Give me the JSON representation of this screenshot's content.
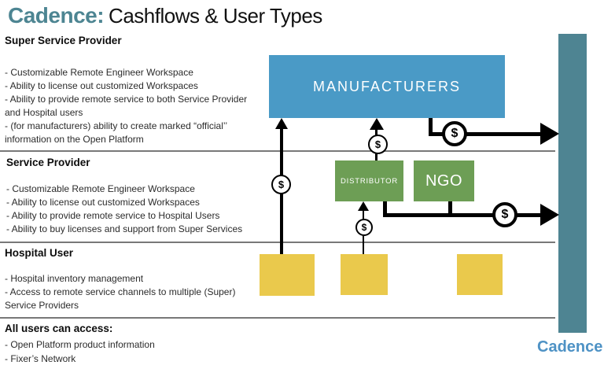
{
  "title": {
    "brand": "Cadence:",
    "subtitle": "Cashflows & User Types"
  },
  "sections": [
    {
      "heading": "Super Service Provider",
      "bullets": [
        "- Customizable Remote Engineer Workspace",
        "- Ability to license out customized Workspaces",
        "- Ability to provide remote service to both Service Provider and Hospital users",
        "- (for manufacturers) ability to create marked “official’’ information on the Open Platform"
      ]
    },
    {
      "heading": "Service Provider",
      "bullets": [
        "- Customizable Remote Engineer Workspace",
        "- Ability to license out customized Workspaces",
        "- Ability to provide remote service to Hospital Users",
        "- Ability to buy licenses and support from Super Services"
      ]
    },
    {
      "heading": "Hospital User",
      "bullets": [
        "- Hospital inventory management",
        "- Access to remote service channels to multiple (Super) Service Providers"
      ]
    },
    {
      "heading": "All users can access:",
      "bullets": [
        "- Open Platform product information",
        "- Fixer’s Network"
      ]
    }
  ],
  "diagram": {
    "manufacturers_label": "MANUFACTURERS",
    "distributor_label": "DISTRIBUTOR",
    "ngo_label": "NGO",
    "dollar_symbol": "$",
    "logo": "Cadence"
  },
  "colors": {
    "brand_teal": "#4d8592",
    "manufacturers_blue": "#4a9ac6",
    "green_box": "#6d9e55",
    "hospital_yellow": "#eac94c",
    "sidebar_teal": "#4e8492",
    "logo_blue": "#4e92c5",
    "flow_black": "#000000",
    "divider_gray": "#787878"
  }
}
